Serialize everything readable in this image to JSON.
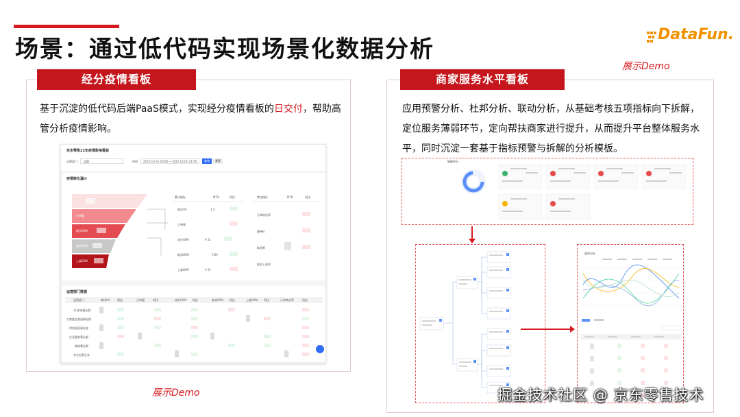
{
  "slide": {
    "title": "场景：通过低代码实现场景化数据分析"
  },
  "logo": {
    "text": "DataFun."
  },
  "demo_labels": {
    "right_top": "展示Demo",
    "left_bottom": "展示Demo"
  },
  "left_panel": {
    "tab": "经分疫情看板",
    "desc_before": "基于沉淀的低代码后端PaaS模式，实现经分疫情看板的",
    "desc_highlight": "日交付",
    "desc_after": "，帮助高管分析疫情影响。",
    "screenshot": {
      "title": "京东零售22年疫情影响看板",
      "filter_dept": "运营部门",
      "filter_dept_value": "全量",
      "filter_time": "时间",
      "filter_time_value": "2022-10-31 00:00 ~ 2022-12-01 23:59",
      "query_button": "查询",
      "reset_button": "重置",
      "funnel_title": "疫情转化漏斗",
      "funnel_stages": [
        "",
        "订单量",
        "成交GMV",
        "取消GMV",
        "上架GMV"
      ],
      "metric_header": [
        "累计指标",
        "MTD",
        "同比"
      ],
      "metric_rows": [
        "商详UV",
        "订单量",
        "成交GMV",
        "取消GMV",
        "上架GMV"
      ],
      "metric_values": [
        "3.5",
        "",
        "¥ 21",
        "72M",
        "¥ 21"
      ],
      "rate_header": [
        "转化指标",
        "MTD",
        "同比"
      ],
      "rate_rows": [
        "订单转化率",
        "客单价",
        "取消率",
        "取消上架率"
      ],
      "rate_values": [
        "",
        "",
        "",
        ""
      ],
      "dept_title": "运营部门数据",
      "dept_header": [
        "运营部门",
        "商详UV",
        "同比",
        "订单量",
        "同比",
        "成交GMV",
        "同比",
        "取消GMV",
        "同比",
        "上架GMV",
        "同比",
        "订单转化率",
        "同比"
      ],
      "dept_rows": [
        "3C家电事业群",
        "大商超全渠道事业群",
        "时尚居家事业部",
        "生活服务事业部",
        "其他事业群",
        "京东自营业务"
      ]
    }
  },
  "right_panel": {
    "tab": "商家服务水平看板",
    "desc": "应用预警分析、杜邦分析、联动分析，从基础考核五项指标向下拆解，定位服务薄弱环节，定向帮扶商家进行提升，从而提升平台整体服务水平，同时沉淀一套基于指标预警与拆解的分析模板。",
    "shot1_title": "健康评分",
    "shot3_title": "趋势分析"
  },
  "watermark": "掘金技术社区 @ 京东零售技术"
}
